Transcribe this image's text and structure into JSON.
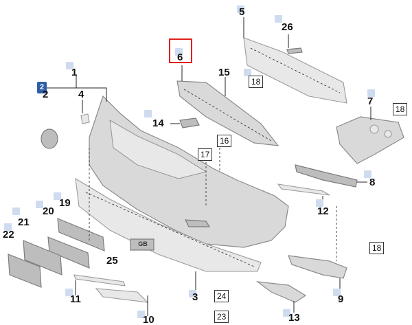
{
  "diagram": {
    "callouts": [
      {
        "id": "c1",
        "label": "1"
      },
      {
        "id": "c2",
        "label": "2"
      },
      {
        "id": "c2b",
        "label": "2"
      },
      {
        "id": "c3",
        "label": "3"
      },
      {
        "id": "c4",
        "label": "4"
      },
      {
        "id": "c5",
        "label": "5"
      },
      {
        "id": "c6",
        "label": "6"
      },
      {
        "id": "c7",
        "label": "7"
      },
      {
        "id": "c8",
        "label": "8"
      },
      {
        "id": "c9",
        "label": "9"
      },
      {
        "id": "c10",
        "label": "10"
      },
      {
        "id": "c11",
        "label": "11"
      },
      {
        "id": "c12",
        "label": "12"
      },
      {
        "id": "c13",
        "label": "13"
      },
      {
        "id": "c14",
        "label": "14"
      },
      {
        "id": "c15",
        "label": "15"
      },
      {
        "id": "c16",
        "label": "16"
      },
      {
        "id": "c17",
        "label": "17"
      },
      {
        "id": "c18a",
        "label": "18"
      },
      {
        "id": "c18b",
        "label": "18"
      },
      {
        "id": "c18c",
        "label": "18"
      },
      {
        "id": "c19",
        "label": "19"
      },
      {
        "id": "c20",
        "label": "20"
      },
      {
        "id": "c21",
        "label": "21"
      },
      {
        "id": "c22",
        "label": "22"
      },
      {
        "id": "c23",
        "label": "23"
      },
      {
        "id": "c24",
        "label": "24"
      },
      {
        "id": "c25",
        "label": "25"
      },
      {
        "id": "c26",
        "label": "26"
      }
    ],
    "plate_text": "GB",
    "selected_callout": "6",
    "colors": {
      "selection": "#e0201b",
      "badge": "#2f5ea8",
      "marker": "#cfdcf0"
    }
  }
}
